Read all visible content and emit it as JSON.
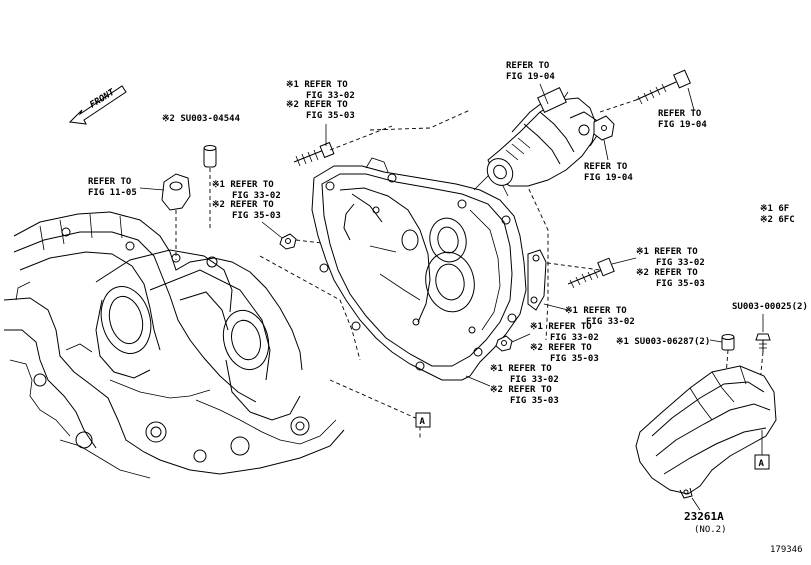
{
  "labels": {
    "front": "FRONT",
    "l_su_04544": "※2 SU003-04544",
    "l_fig1105_a": "REFER TO",
    "l_fig1105_b": "FIG 11-05",
    "l_top_1a": "※1 REFER TO",
    "l_top_1b": "FIG 33-02",
    "l_top_2a": "※2 REFER TO",
    "l_top_2b": "FIG 35-03",
    "l_mid_1a": "※1 REFER TO",
    "l_mid_1b": "FIG 33-02",
    "l_mid_2a": "※2 REFER TO",
    "l_mid_2b": "FIG 35-03",
    "l_starter_a": "REFER TO",
    "l_starter_b": "FIG 19-04",
    "l_bolt_a": "REFER TO",
    "l_bolt_b": "FIG 19-04",
    "l_bracket_a": "REFER TO",
    "l_bracket_b": "FIG 19-04",
    "l_model1": "※1 6F",
    "l_model2": "※2 6FC",
    "l_right_1a": "※1 REFER TO",
    "l_right_1b": "FIG 33-02",
    "l_right_2a": "※2 REFER TO",
    "l_right_2b": "FIG 35-03",
    "l_su_00025": "SU003-00025(2)",
    "l_rb_a": "※1 REFER TO",
    "l_rb_b": "FIG 33-02",
    "l_low_1a": "※1 REFER TO",
    "l_low_1b": "FIG 33-02",
    "l_low_2a": "※2 REFER TO",
    "l_low_2b": "FIG 35-03",
    "l_su_06287": "※1 SU003-06287(2)",
    "l_bot_1a": "※1 REFER TO",
    "l_bot_1b": "FIG 33-02",
    "l_bot_2a": "※2 REFER TO",
    "l_bot_2b": "FIG 35-03",
    "ref_a_left": "A",
    "ref_a_right": "A",
    "part_number": "23261A",
    "part_qty": "(NO.2)",
    "figure_id": "179346"
  }
}
